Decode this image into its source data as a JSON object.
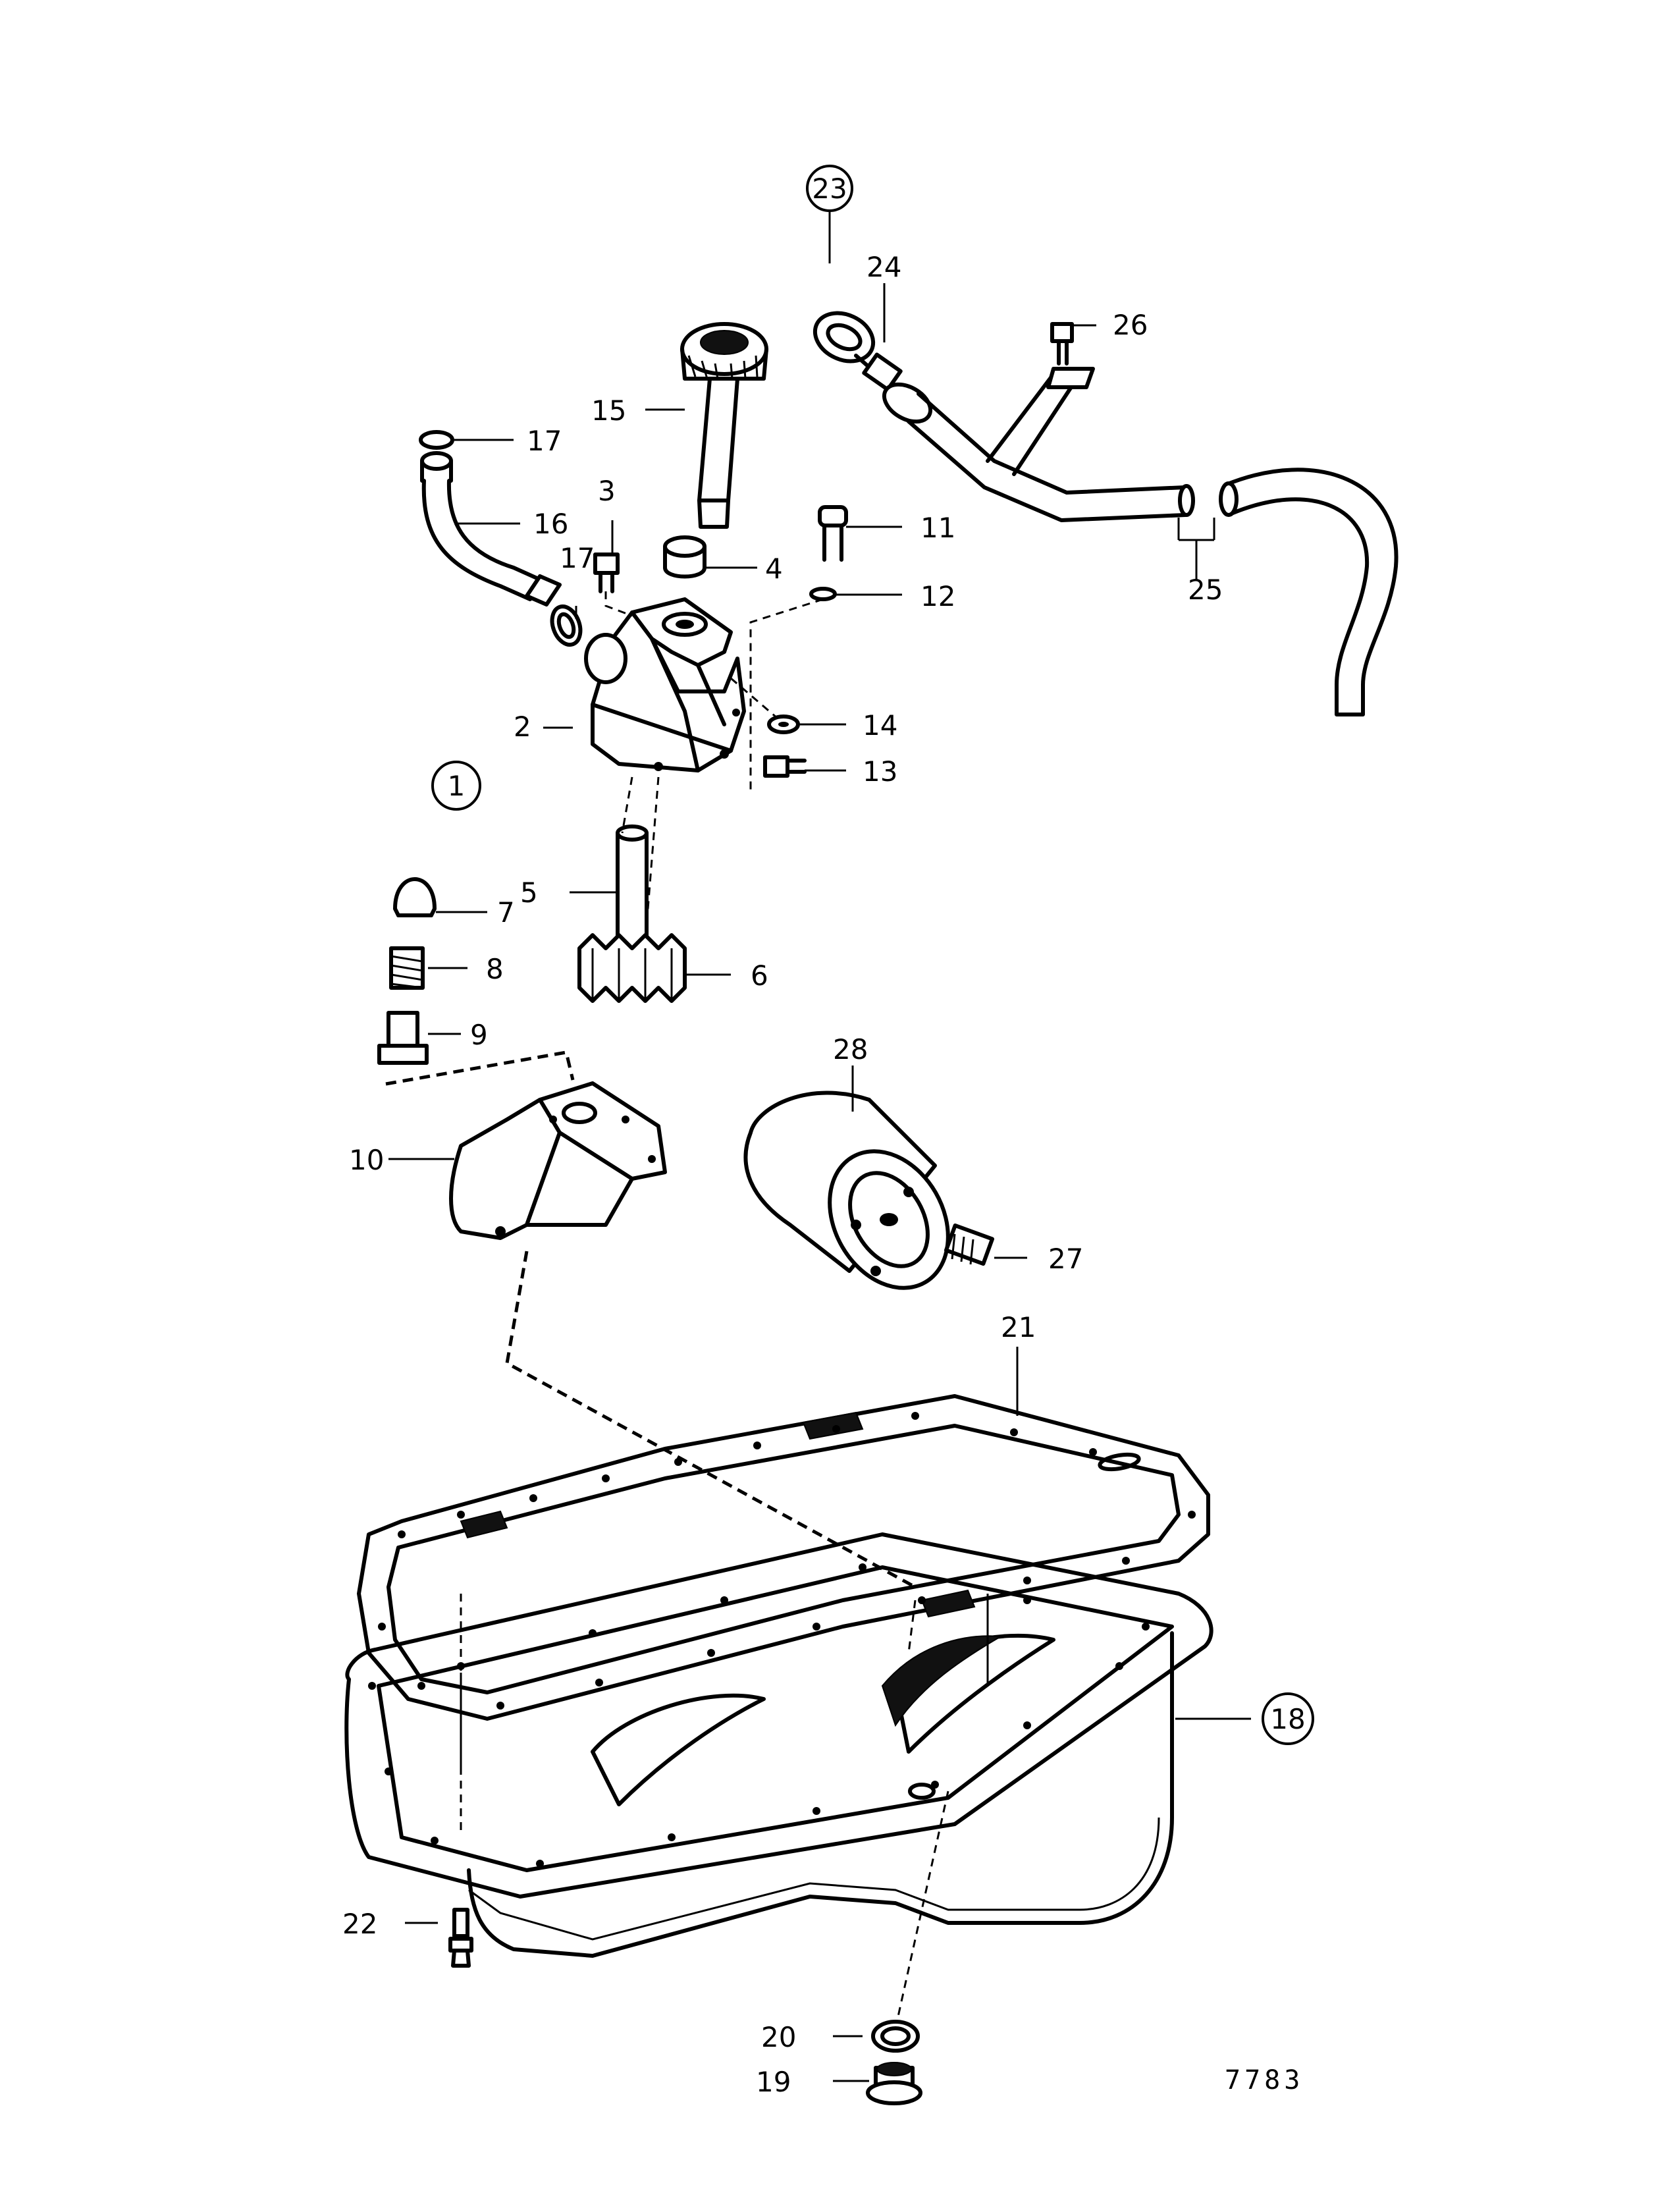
{
  "diagram": {
    "reference_number": "7783",
    "callouts": [
      {
        "id": "c1",
        "label": "1",
        "circled": true
      },
      {
        "id": "c2",
        "label": "2",
        "circled": false
      },
      {
        "id": "c3",
        "label": "3",
        "circled": false
      },
      {
        "id": "c4",
        "label": "4",
        "circled": false
      },
      {
        "id": "c5",
        "label": "5",
        "circled": false
      },
      {
        "id": "c6",
        "label": "6",
        "circled": false
      },
      {
        "id": "c7",
        "label": "7",
        "circled": false
      },
      {
        "id": "c8",
        "label": "8",
        "circled": false
      },
      {
        "id": "c9",
        "label": "9",
        "circled": false
      },
      {
        "id": "c10",
        "label": "10",
        "circled": false
      },
      {
        "id": "c11",
        "label": "11",
        "circled": false
      },
      {
        "id": "c12",
        "label": "12",
        "circled": false
      },
      {
        "id": "c13",
        "label": "13",
        "circled": false
      },
      {
        "id": "c14",
        "label": "14",
        "circled": false
      },
      {
        "id": "c15",
        "label": "15",
        "circled": false
      },
      {
        "id": "c16",
        "label": "16",
        "circled": false
      },
      {
        "id": "c17a",
        "label": "17",
        "circled": false
      },
      {
        "id": "c17b",
        "label": "17",
        "circled": false
      },
      {
        "id": "c18",
        "label": "18",
        "circled": true
      },
      {
        "id": "c19",
        "label": "19",
        "circled": false
      },
      {
        "id": "c20",
        "label": "20",
        "circled": false
      },
      {
        "id": "c21",
        "label": "21",
        "circled": false
      },
      {
        "id": "c22",
        "label": "22",
        "circled": false
      },
      {
        "id": "c23",
        "label": "23",
        "circled": true
      },
      {
        "id": "c24",
        "label": "24",
        "circled": false
      },
      {
        "id": "c25",
        "label": "25",
        "circled": false
      },
      {
        "id": "c26",
        "label": "26",
        "circled": false
      },
      {
        "id": "c27",
        "label": "27",
        "circled": false
      },
      {
        "id": "c28",
        "label": "28",
        "circled": false
      }
    ]
  }
}
